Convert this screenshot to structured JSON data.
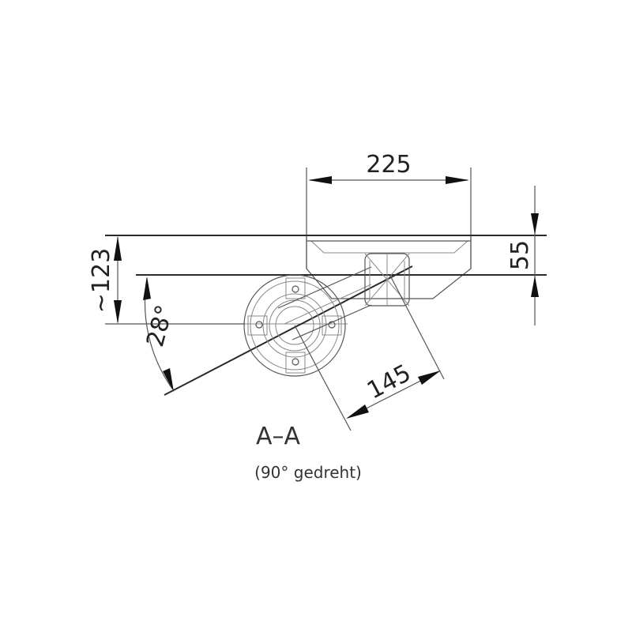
{
  "drawing": {
    "section_label": "A–A",
    "section_note": "(90° gedreht)",
    "dimensions": {
      "width_top": "225",
      "height_right": "55",
      "height_left": "~123",
      "angle": "28°",
      "arm_length": "145"
    },
    "colors": {
      "line": "#2a2a2a",
      "background": "#ffffff"
    }
  }
}
